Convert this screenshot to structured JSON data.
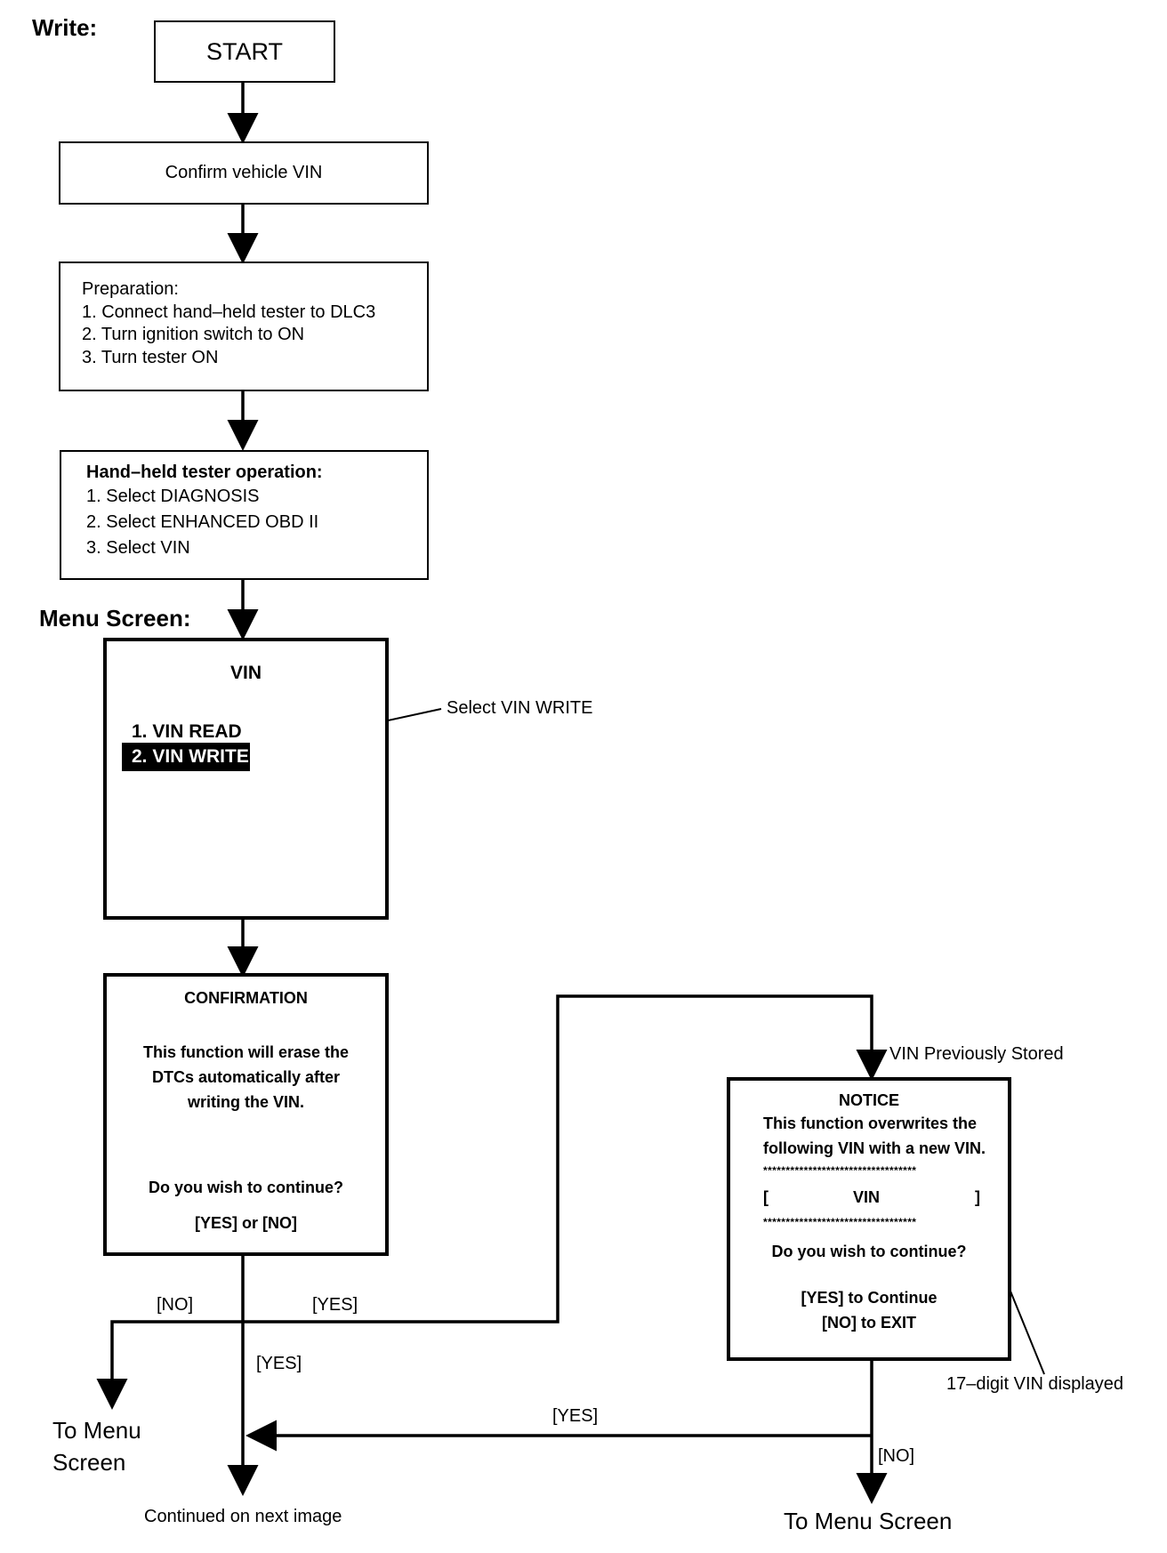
{
  "section_label": "Write:",
  "menu_label": "Menu Screen:",
  "start": "START",
  "confirm_vin": "Confirm vehicle VIN",
  "preparation": {
    "title": "Preparation:",
    "steps": [
      "1. Connect hand–held tester to DLC3",
      "2. Turn ignition switch to ON",
      "3. Turn tester ON"
    ]
  },
  "operation": {
    "title": "Hand–held tester operation:",
    "steps": [
      "1. Select DIAGNOSIS",
      "2. Select ENHANCED OBD II",
      "3. Select VIN"
    ]
  },
  "vin_menu": {
    "title": "VIN",
    "items": [
      "1. VIN READ",
      "2. VIN WRITE"
    ],
    "callout": "Select VIN WRITE"
  },
  "confirmation": {
    "title": "CONFIRMATION",
    "lines": [
      "This function will erase the",
      "DTCs automatically after",
      "writing the VIN."
    ],
    "question": "Do you wish to continue?",
    "options": "[YES] or [NO]"
  },
  "notice": {
    "title": "NOTICE",
    "lines": [
      "This function overwrites the",
      "following VIN with a new VIN."
    ],
    "stars": "**********************************",
    "vin_open": "[",
    "vin_label": "VIN",
    "vin_close": "]",
    "question": "Do you wish to continue?",
    "yes_line": "[YES] to Continue",
    "no_line": "[NO] to EXIT",
    "entry_label": "VIN Previously Stored",
    "callout": "17–digit VIN displayed"
  },
  "branches": {
    "no_left": "[NO]",
    "yes_upper": "[YES]",
    "yes_down": "[YES]",
    "yes_return": "[YES]",
    "no_notice": "[NO]"
  },
  "to_menu_left": [
    "To Menu",
    "Screen"
  ],
  "continued": "Continued on next image",
  "to_menu_right": "To Menu Screen"
}
